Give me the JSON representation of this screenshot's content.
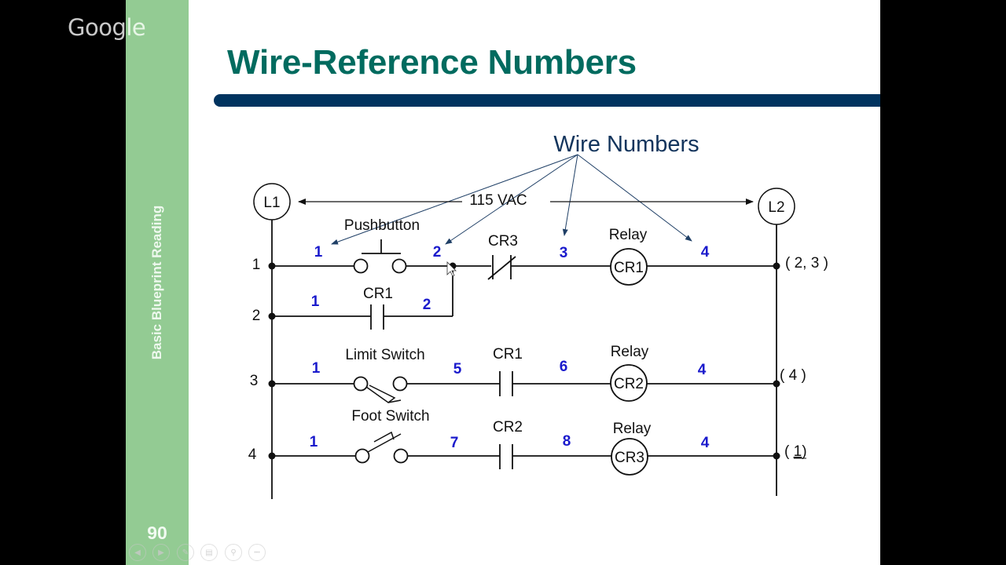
{
  "overlay": {
    "logo_left": "Goog",
    "logo_right": "le"
  },
  "slide": {
    "sidebar_label": "Basic Blueprint Reading",
    "slide_number": "90",
    "title": "Wire-Reference Numbers",
    "colors": {
      "sidebar": "#93cb93",
      "title": "#006b5f",
      "title_bar": "#00335f",
      "wire_number": "#1a1acc",
      "callout": "#1f3f66"
    }
  },
  "diagram": {
    "callout_label": "Wire Numbers",
    "supply_voltage": "115 VAC",
    "line_left": "L1",
    "line_right": "L2",
    "rungs": [
      {
        "number": "1",
        "components": [
          {
            "type": "pushbutton",
            "label": "Pushbutton"
          },
          {
            "type": "nc-contact",
            "label": "CR3"
          },
          {
            "type": "coil",
            "label": "Relay",
            "coil": "CR1"
          }
        ],
        "wire_numbers": [
          "1",
          "2",
          "3",
          "4"
        ],
        "reference": "( 2, 3 )"
      },
      {
        "number": "2",
        "components": [
          {
            "type": "no-contact",
            "label": "CR1"
          }
        ],
        "wire_numbers": [
          "1",
          "2"
        ],
        "reference": ""
      },
      {
        "number": "3",
        "components": [
          {
            "type": "limit-switch",
            "label": "Limit Switch"
          },
          {
            "type": "no-contact",
            "label": "CR1"
          },
          {
            "type": "coil",
            "label": "Relay",
            "coil": "CR2"
          }
        ],
        "wire_numbers": [
          "1",
          "5",
          "6",
          "4"
        ],
        "reference": "( 4 )"
      },
      {
        "number": "4",
        "components": [
          {
            "type": "foot-switch",
            "label": "Foot Switch"
          },
          {
            "type": "no-contact",
            "label": "CR2"
          },
          {
            "type": "coil",
            "label": "Relay",
            "coil": "CR3"
          }
        ],
        "wire_numbers": [
          "1",
          "7",
          "8",
          "4"
        ],
        "reference_prefix": "( ",
        "reference_value": "1",
        "reference_suffix": ")"
      }
    ]
  },
  "controls": {
    "prev": "◀",
    "next": "▶",
    "pen": "✎",
    "slides": "▤",
    "zoom": "⚲",
    "more": "•••"
  }
}
